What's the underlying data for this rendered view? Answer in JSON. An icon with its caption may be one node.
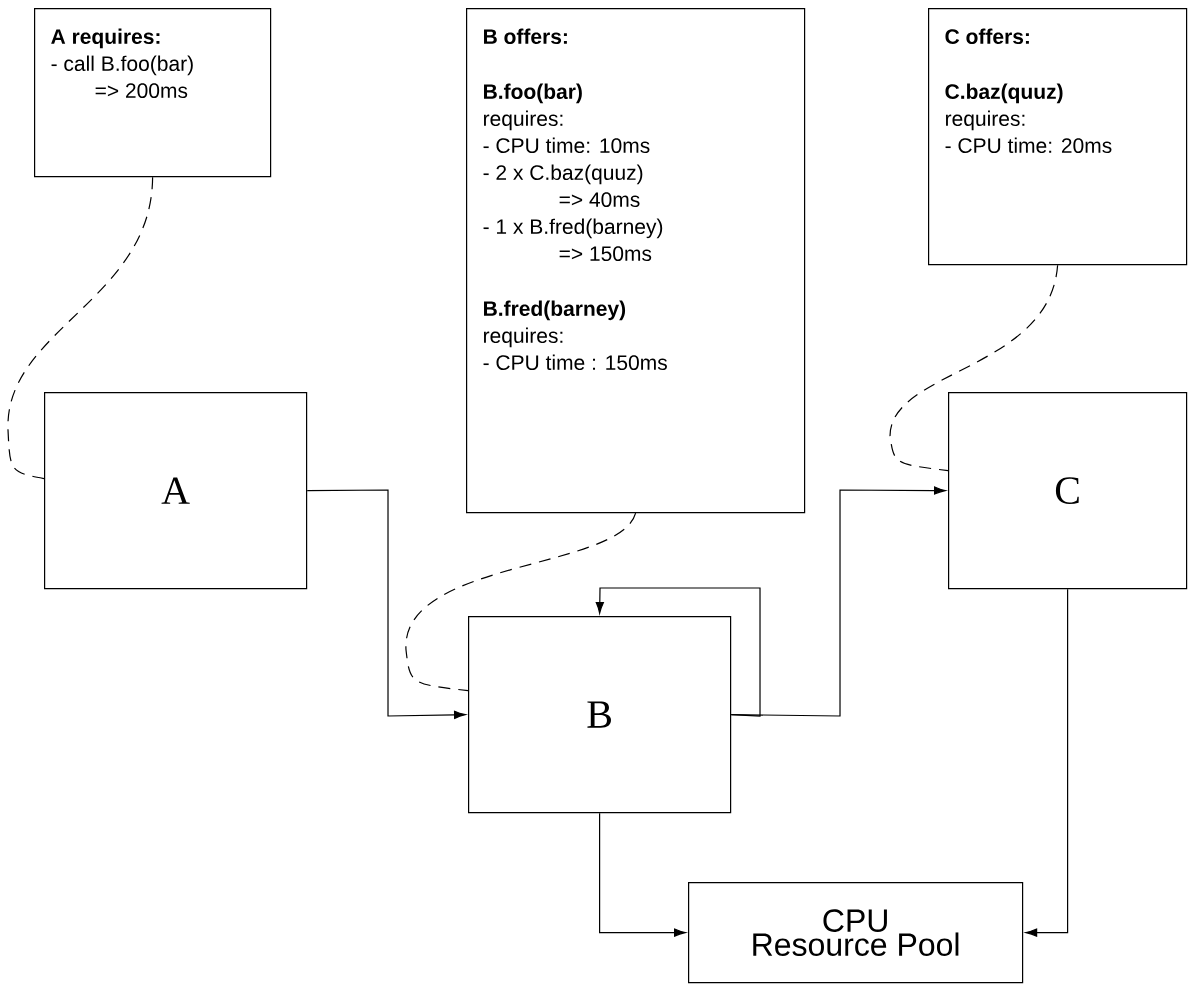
{
  "diagram": {
    "nodes": [
      {
        "text": [
          "A requires:",
          "- call B.foo(bar)",
          "=> 200ms"
        ]
      },
      {
        "text": [
          "B offers:",
          "B.foo(bar)",
          "requires:",
          "- CPU time: 10ms",
          "- 2 x C.baz(quuz)",
          "=> 40ms",
          "- 1 x B.fred(barney)",
          "=> 150ms",
          "B.fred(barney)",
          "requires:",
          "- CPU time : 150ms"
        ]
      },
      {
        "text": [
          "C offers:",
          "C.baz(quuz)",
          "requires:",
          "- CPU time: 20ms"
        ]
      },
      {
        "text": [
          "A"
        ]
      },
      {
        "text": [
          "B"
        ]
      },
      {
        "text": [
          "C"
        ]
      },
      {
        "text": [
          "CPU Resource Pool"
        ]
      }
    ],
    "edges": [
      {
        "from": 3,
        "to": 4,
        "arrow": "to"
      },
      {
        "from": 4,
        "to": 4,
        "arrow": "to"
      },
      {
        "from": 4,
        "to": 5,
        "arrow": "to"
      },
      {
        "from": 4,
        "to": 6,
        "arrow": "to"
      },
      {
        "from": 5,
        "to": 6,
        "arrow": "to"
      },
      {
        "from": 0,
        "to": 3,
        "arrow": "none",
        "style": "dashed"
      },
      {
        "from": 1,
        "to": 4,
        "arrow": "none",
        "style": "dashed"
      },
      {
        "from": 2,
        "to": 5,
        "arrow": "none",
        "style": "dashed"
      }
    ]
  }
}
